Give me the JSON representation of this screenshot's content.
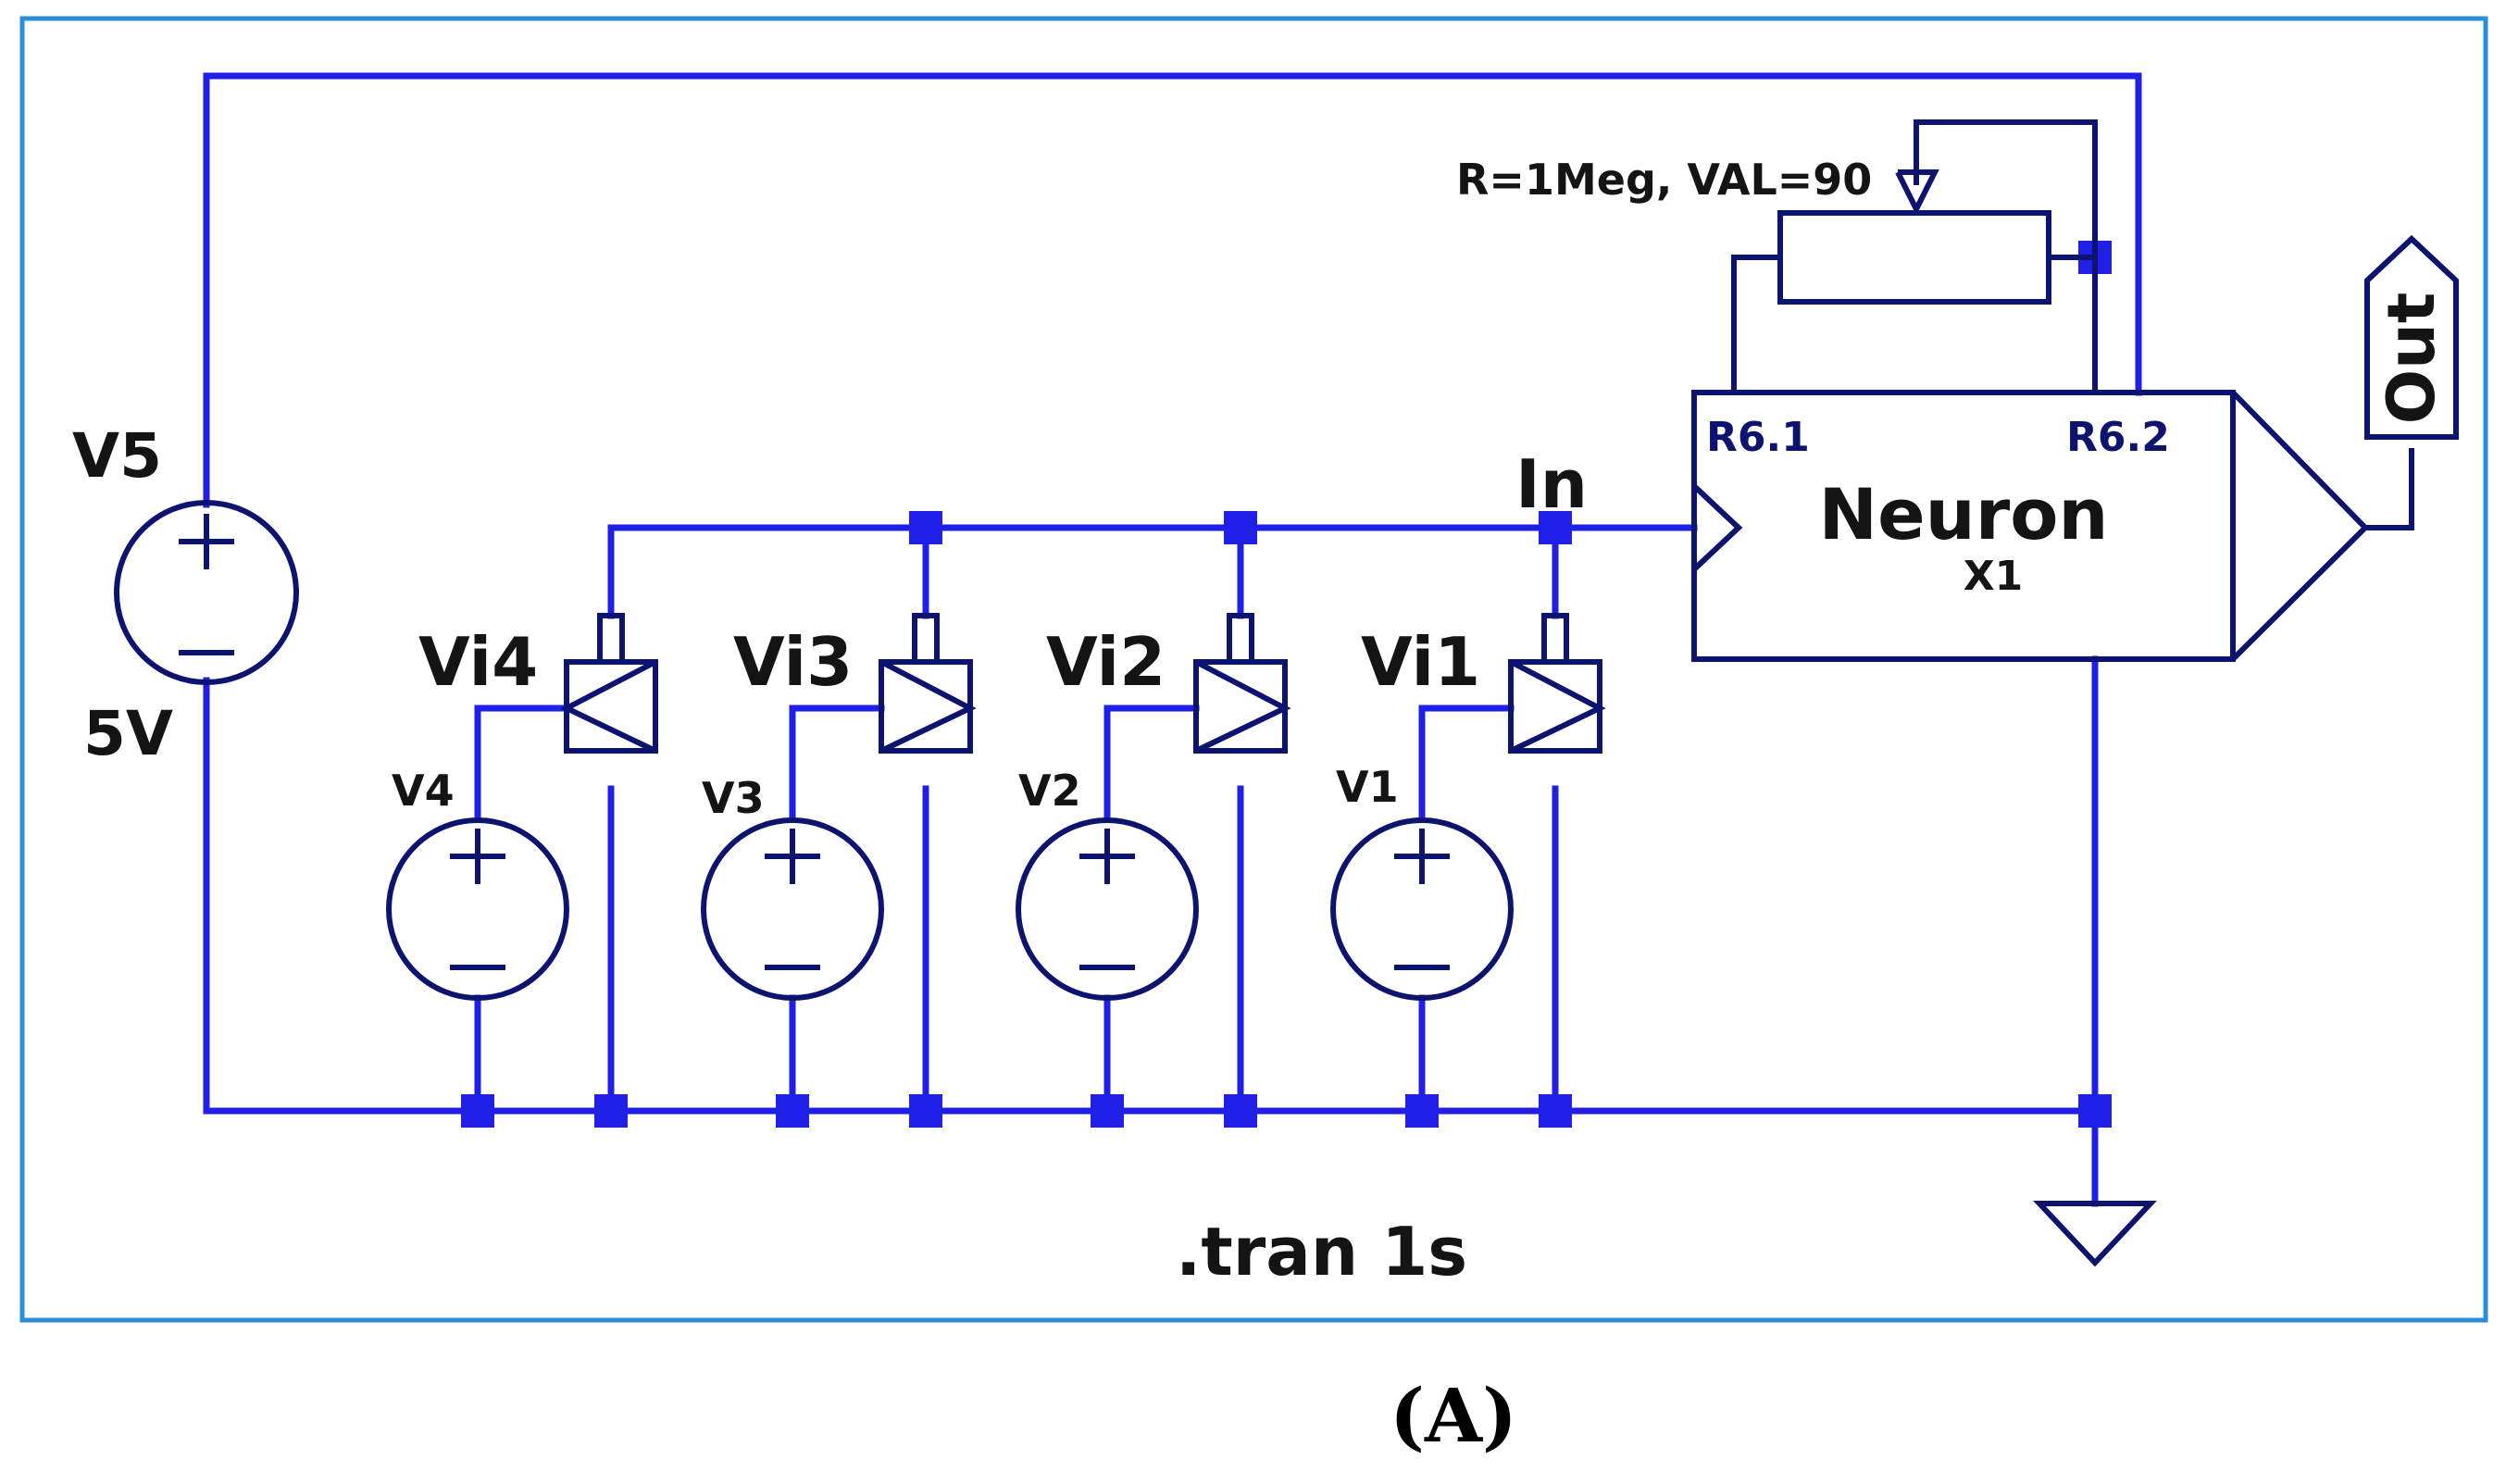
{
  "schematic": {
    "supply": {
      "name": "V5",
      "value": "5V"
    },
    "inputs": [
      {
        "switch": "Vi4",
        "source": "V4"
      },
      {
        "switch": "Vi3",
        "source": "V3"
      },
      {
        "switch": "Vi2",
        "source": "V2"
      },
      {
        "switch": "Vi1",
        "source": "V1"
      }
    ],
    "potentiometer": "R=1Meg, VAL=90",
    "net_in": "In",
    "neuron": {
      "name": "Neuron",
      "instance": "X1",
      "pin_left": "R6.1",
      "pin_right": "R6.2"
    },
    "output_port": "Out",
    "directive": ".tran 1s",
    "colors": {
      "wire": "#1f1fe8",
      "symbol": "#0d1470",
      "frame": "#2a8fd8"
    }
  },
  "caption": "(A)"
}
